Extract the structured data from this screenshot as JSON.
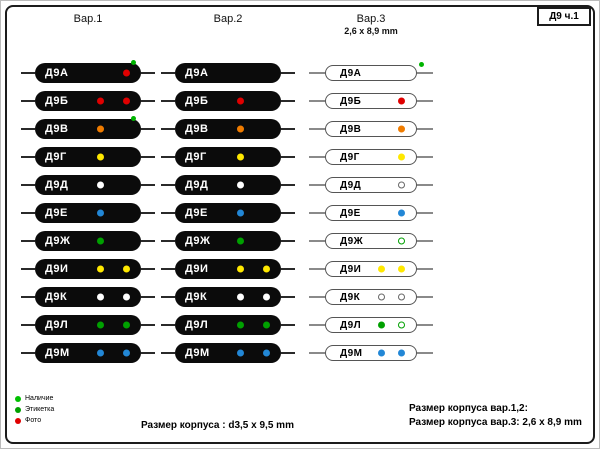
{
  "sheet": {
    "title": "Д9 ч.1"
  },
  "columns": [
    {
      "label": "Вар.1",
      "sub": ""
    },
    {
      "label": "Вар.2",
      "sub": ""
    },
    {
      "label": "Вар.3",
      "sub": "2,6 x 8,9 mm"
    }
  ],
  "palette": {
    "red": "#e00000",
    "orange": "#f07c00",
    "yellow": "#ffe800",
    "white": "#ffffff",
    "blue": "#2287d6",
    "green": "#00a000",
    "marker_green": "#00b400",
    "marker_red": "#e00000",
    "outline_gray": "#666666"
  },
  "rows": [
    {
      "label": "Д9А",
      "v1": [
        {
          "c": "red",
          "p": "end"
        }
      ],
      "v2": [],
      "v3": [],
      "m1": "green",
      "m3": "green"
    },
    {
      "label": "Д9Б",
      "v1": [
        {
          "c": "red",
          "p": "mid"
        },
        {
          "c": "red",
          "p": "end"
        }
      ],
      "v2": [
        {
          "c": "red",
          "p": "mid"
        }
      ],
      "v3": [
        {
          "c": "red",
          "p": "end"
        }
      ]
    },
    {
      "label": "Д9В",
      "v1": [
        {
          "c": "orange",
          "p": "mid"
        }
      ],
      "v2": [
        {
          "c": "orange",
          "p": "mid"
        }
      ],
      "v3": [
        {
          "c": "orange",
          "p": "end"
        }
      ],
      "m1": "green"
    },
    {
      "label": "Д9Г",
      "v1": [
        {
          "c": "yellow",
          "p": "mid"
        }
      ],
      "v2": [
        {
          "c": "yellow",
          "p": "mid"
        }
      ],
      "v3": [
        {
          "c": "yellow",
          "p": "end"
        }
      ]
    },
    {
      "label": "Д9Д",
      "v1": [
        {
          "c": "white",
          "p": "mid"
        }
      ],
      "v2": [
        {
          "c": "white",
          "p": "mid"
        }
      ],
      "v3": [
        {
          "c": "white",
          "p": "end",
          "o": true
        }
      ]
    },
    {
      "label": "Д9Е",
      "v1": [
        {
          "c": "blue",
          "p": "mid"
        }
      ],
      "v2": [
        {
          "c": "blue",
          "p": "mid"
        }
      ],
      "v3": [
        {
          "c": "blue",
          "p": "end"
        }
      ]
    },
    {
      "label": "Д9Ж",
      "v1": [
        {
          "c": "green",
          "p": "mid"
        }
      ],
      "v2": [
        {
          "c": "green",
          "p": "mid"
        }
      ],
      "v3": [
        {
          "c": "green",
          "p": "end",
          "o": true
        }
      ]
    },
    {
      "label": "Д9И",
      "v1": [
        {
          "c": "yellow",
          "p": "mid"
        },
        {
          "c": "yellow",
          "p": "end"
        }
      ],
      "v2": [
        {
          "c": "yellow",
          "p": "mid"
        },
        {
          "c": "yellow",
          "p": "end"
        }
      ],
      "v3": [
        {
          "c": "yellow",
          "p": "mid"
        },
        {
          "c": "yellow",
          "p": "end"
        }
      ]
    },
    {
      "label": "Д9К",
      "v1": [
        {
          "c": "white",
          "p": "mid"
        },
        {
          "c": "white",
          "p": "end"
        }
      ],
      "v2": [
        {
          "c": "white",
          "p": "mid"
        },
        {
          "c": "white",
          "p": "end"
        }
      ],
      "v3": [
        {
          "c": "white",
          "p": "mid",
          "o": true
        },
        {
          "c": "white",
          "p": "end",
          "o": true
        }
      ]
    },
    {
      "label": "Д9Л",
      "v1": [
        {
          "c": "green",
          "p": "mid"
        },
        {
          "c": "green",
          "p": "end"
        }
      ],
      "v2": [
        {
          "c": "green",
          "p": "mid"
        },
        {
          "c": "green",
          "p": "end"
        }
      ],
      "v3": [
        {
          "c": "green",
          "p": "mid"
        },
        {
          "c": "green",
          "p": "end",
          "o": true
        }
      ]
    },
    {
      "label": "Д9М",
      "v1": [
        {
          "c": "blue",
          "p": "mid"
        },
        {
          "c": "blue",
          "p": "end"
        }
      ],
      "v2": [
        {
          "c": "blue",
          "p": "mid"
        },
        {
          "c": "blue",
          "p": "end"
        }
      ],
      "v3": [
        {
          "c": "blue",
          "p": "mid"
        },
        {
          "c": "blue",
          "p": "end"
        }
      ]
    }
  ],
  "legend": [
    {
      "color": "#00c000",
      "label": "Наличие"
    },
    {
      "color": "#00a000",
      "label": "Этикетка"
    },
    {
      "color": "#e00000",
      "label": "Фото"
    }
  ],
  "footers": {
    "center": "Размер корпуса : d3,5 x 9,5 mm",
    "right1": "Размер корпуса вар.1,2:",
    "right2": "Размер корпуса вар.3: 2,6 x 8,9 mm"
  }
}
